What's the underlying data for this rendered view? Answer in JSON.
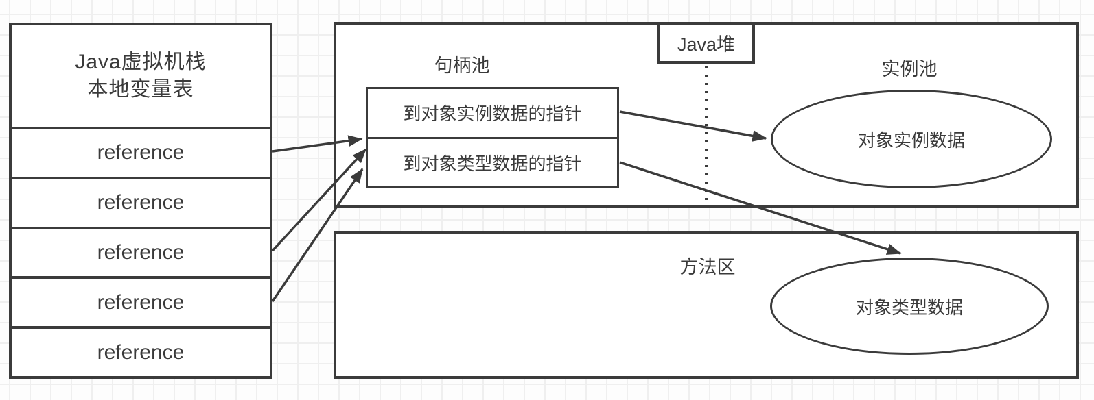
{
  "stack": {
    "title_line1": "Java虚拟机栈",
    "title_line2": "本地变量表",
    "rows": [
      "reference",
      "reference",
      "reference",
      "reference",
      "reference"
    ]
  },
  "heap": {
    "label": "Java堆",
    "handle_pool_label": "句柄池",
    "handle_rows": [
      "到对象实例数据的指针",
      "到对象类型数据的指针"
    ],
    "instance_pool_label": "实例池",
    "instance_ellipse_label": "对象实例数据"
  },
  "method_area": {
    "label": "方法区",
    "type_ellipse_label": "对象类型数据"
  },
  "colors": {
    "stroke": "#3b3b3b",
    "box_fill": "#ffffff",
    "background": "#fdfdfd",
    "grid_line": "#efefef"
  }
}
